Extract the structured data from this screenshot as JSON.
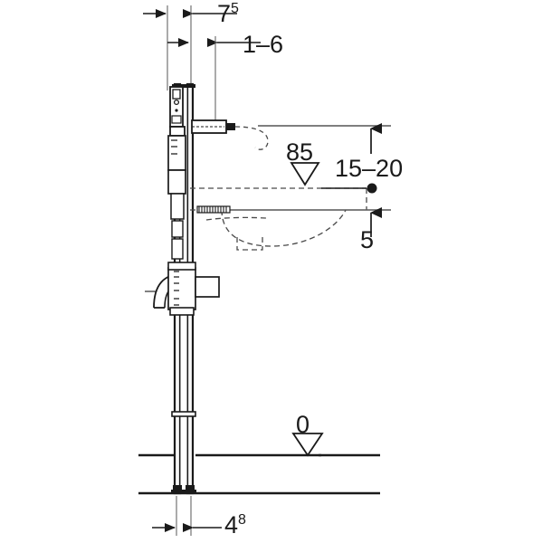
{
  "drawing": {
    "type": "installation-elevation",
    "title": "",
    "units": "cm",
    "subject": "wall-hung washbasin mounting frame, side elevation"
  },
  "dimensions": {
    "top_outer": {
      "value": "7",
      "sup": "5",
      "name": "7.5 cm offset"
    },
    "top_inner": {
      "value": "1–6",
      "sup": "",
      "name": "1 to 6 cm adjustment"
    },
    "basin_height": {
      "value": "85",
      "name": "85 cm finished basin height"
    },
    "tap_range": {
      "value": "15–20",
      "name": "15 to 20 cm range"
    },
    "lower_offset": {
      "value": "5",
      "name": "5 cm"
    },
    "datum": {
      "value": "0",
      "name": "0 datum finished floor level"
    },
    "bottom": {
      "value": "4",
      "sup": "8",
      "name": "4.8 cm base offset"
    }
  },
  "markers": {
    "level_triangle_85": "level-triangle",
    "level_triangle_0": "level-triangle",
    "center_dot": "center-point-dot"
  },
  "colors": {
    "line": "#1a1a1a",
    "thin_line": "#555555",
    "dashed": "#4a4a4a",
    "background": "#ffffff"
  },
  "chart_data": {
    "type": "table",
    "title": "Installation dimensions",
    "categories": [
      "top_outer",
      "top_inner",
      "basin_height",
      "tap_range",
      "lower_offset",
      "datum",
      "bottom"
    ],
    "values": [
      "7.5",
      "1-6",
      "85",
      "15-20",
      "5",
      "0",
      "4.8"
    ]
  }
}
